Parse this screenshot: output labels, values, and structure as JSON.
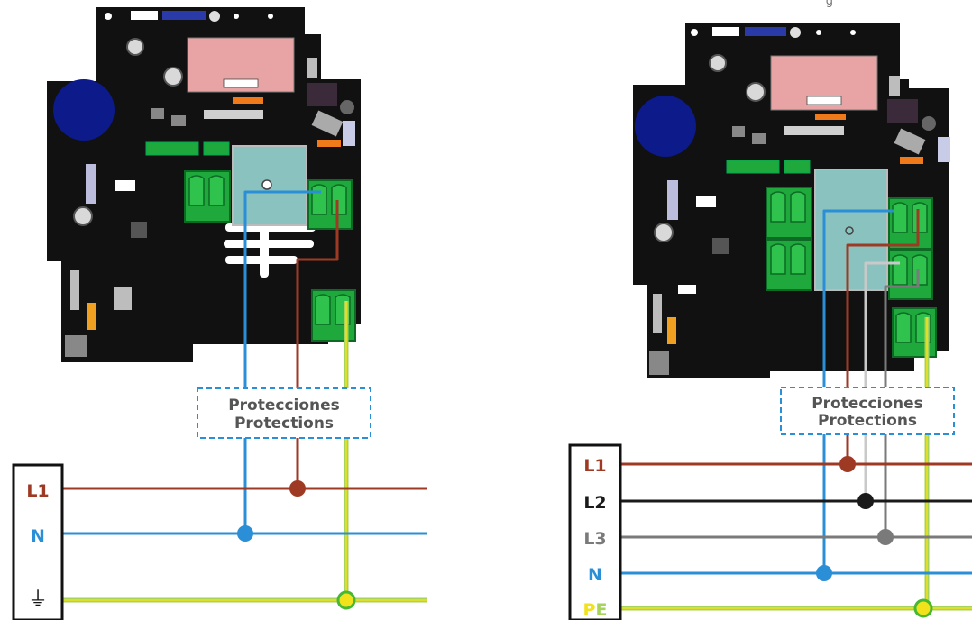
{
  "top_right_text": "g",
  "left_diagram": {
    "protection_label_es": "Protecciones",
    "protection_label_en": "Protections",
    "legend": {
      "l1": "L1",
      "n": "N",
      "earth": "⏚"
    },
    "lcd_text": "████"
  },
  "right_diagram": {
    "protection_label_es": "Protecciones",
    "protection_label_en": "Protections",
    "legend": {
      "l1": "L1",
      "l2": "L2",
      "l3": "L3",
      "n": "N",
      "pe_p": "P",
      "pe_e": "E"
    },
    "lcd_text": "████"
  },
  "colors": {
    "board": "#111111",
    "l1": "#9e3a24",
    "l2": "#1a1a1a",
    "l3": "#7a7a7a",
    "n": "#2a8fd6",
    "pe_green": "#a7d35a",
    "pe_yellow": "#f2e21c",
    "terminal": "#1fa83b",
    "relay": "#8ac2bf",
    "lcd": "#e8a4a4",
    "knob": "#0c1a8a",
    "protection_border": "#2a8fd6"
  }
}
